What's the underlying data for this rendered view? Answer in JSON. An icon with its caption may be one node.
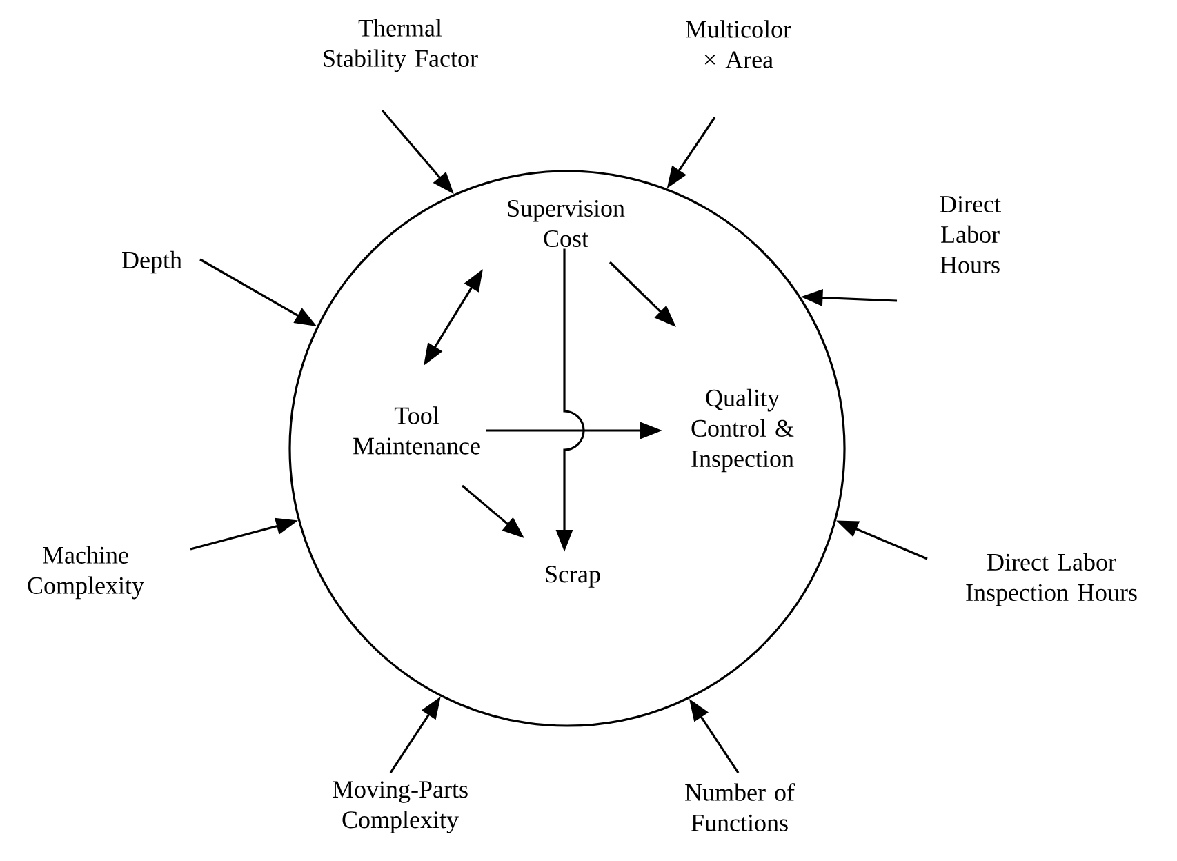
{
  "diagram": {
    "nodes": [
      {
        "text": [],
        "shape": "circle"
      },
      {
        "text": [
          "Thermal Stability Factor"
        ]
      },
      {
        "text": [
          "Multicolor × Area"
        ]
      },
      {
        "text": [
          "Direct Labor Hours"
        ]
      },
      {
        "text": [
          "Depth"
        ]
      },
      {
        "text": [
          "Supervision Cost"
        ],
        "in": 0
      },
      {
        "text": [
          "Tool Maintenance"
        ],
        "in": 0
      },
      {
        "text": [
          "Quality Control & Inspection"
        ],
        "in": 0
      },
      {
        "text": [
          "Machine Complexity"
        ]
      },
      {
        "text": [
          "Direct Labor Inspection Hours"
        ]
      },
      {
        "text": [
          "Scrap"
        ],
        "in": 0
      },
      {
        "text": [
          "Moving-Parts Complexity"
        ]
      },
      {
        "text": [
          "Number of Functions"
        ]
      }
    ],
    "edges": [
      {
        "from": 1,
        "to": 0,
        "arrow": "to"
      },
      {
        "from": 2,
        "to": 0,
        "arrow": "to"
      },
      {
        "from": 3,
        "to": 0,
        "arrow": "to"
      },
      {
        "from": 4,
        "to": 0,
        "arrow": "to"
      },
      {
        "from": 8,
        "to": 0,
        "arrow": "to"
      },
      {
        "from": 9,
        "to": 0,
        "arrow": "to"
      },
      {
        "from": 11,
        "to": 0,
        "arrow": "to"
      },
      {
        "from": 12,
        "to": 0,
        "arrow": "to"
      },
      {
        "from": 5,
        "to": 6,
        "arrow": "both"
      },
      {
        "from": 5,
        "to": 7,
        "arrow": "to"
      },
      {
        "from": 6,
        "to": 7,
        "arrow": "to"
      },
      {
        "from": 6,
        "to": 10,
        "arrow": "to"
      },
      {
        "from": 5,
        "to": 10,
        "arrow": "to"
      }
    ]
  }
}
